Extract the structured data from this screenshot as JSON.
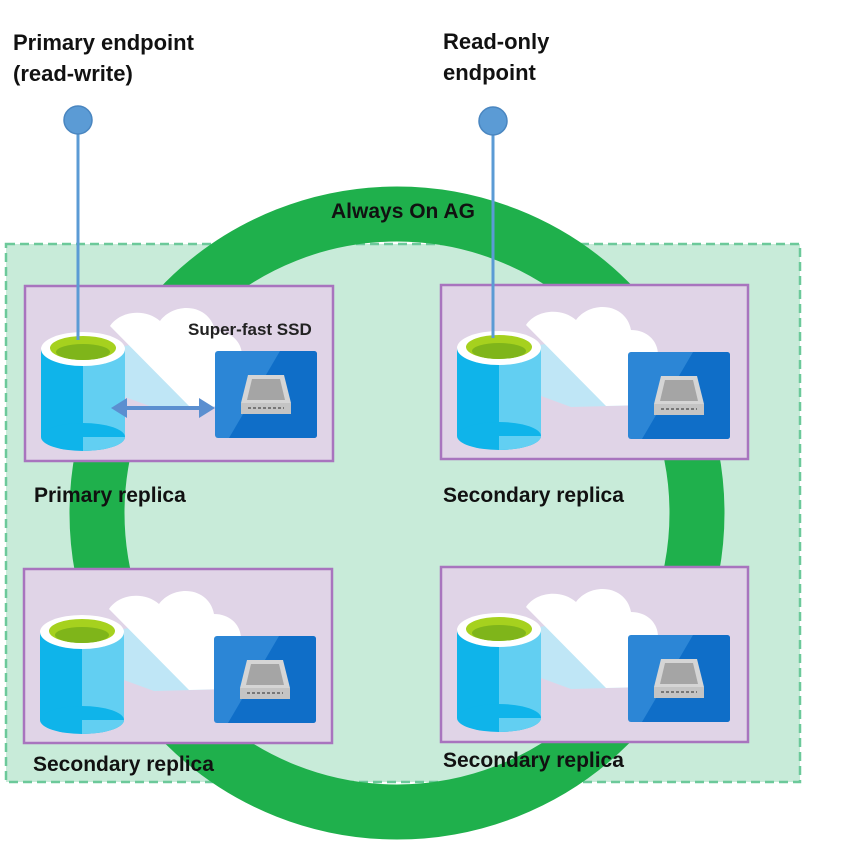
{
  "diagram": {
    "ring_label": "Always On AG",
    "endpoints": [
      {
        "id": "primary",
        "label_line1": "Primary endpoint",
        "label_line2": "(read-write)",
        "connects_to": "Primary replica"
      },
      {
        "id": "readonly",
        "label_line1": "Read-only",
        "label_line2": "endpoint",
        "connects_to": "Secondary replica (top-right)"
      }
    ],
    "replicas": [
      {
        "position": "top-left",
        "label": "Primary replica",
        "has_ssd_label": true,
        "has_db_ssd_arrow": true
      },
      {
        "position": "top-right",
        "label": "Secondary replica",
        "has_ssd_label": false,
        "has_db_ssd_arrow": false
      },
      {
        "position": "bottom-left",
        "label": "Secondary replica",
        "has_ssd_label": false,
        "has_db_ssd_arrow": false
      },
      {
        "position": "bottom-right",
        "label": "Secondary replica",
        "has_ssd_label": false,
        "has_db_ssd_arrow": false
      }
    ],
    "ssd_label": "Super-fast SSD",
    "colors": {
      "ring": "#1fb04c",
      "container_fill": "#c8ebd9",
      "container_border": "#6cc99a",
      "replica_fill": "#e0d4e7",
      "replica_border": "#a874be",
      "endpoint": "#5b9bd5",
      "db_dark": "#0fb4ea",
      "db_light": "#62cff2",
      "db_top": "#a6d11e",
      "ssd_tile": "#2c86d6"
    }
  }
}
